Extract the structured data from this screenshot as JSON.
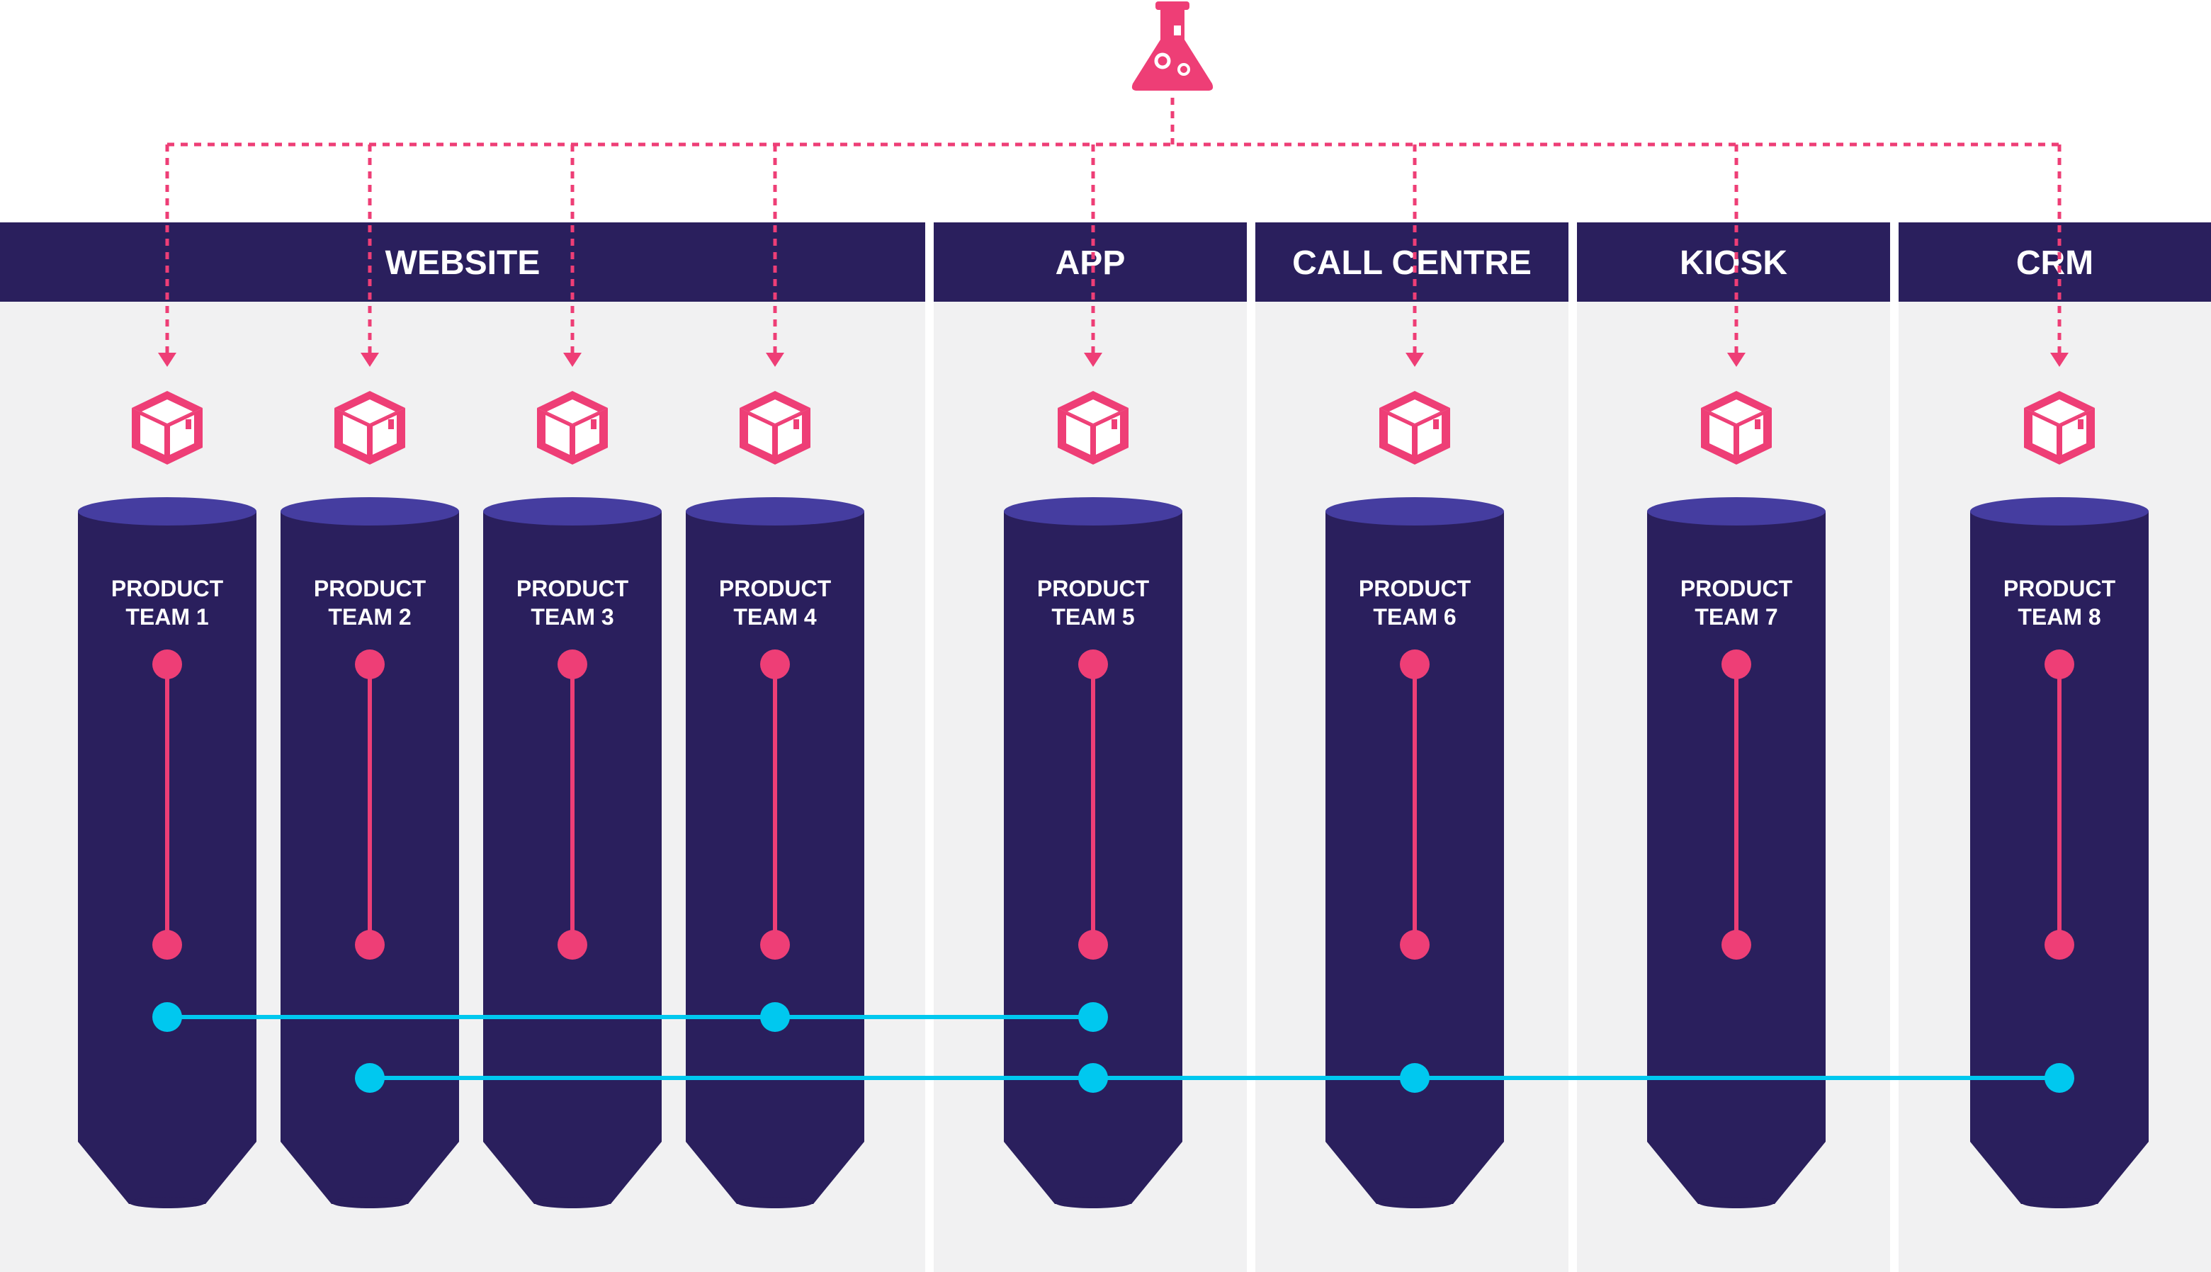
{
  "colors": {
    "background": "#ffffff",
    "panel": "#f1f1f2",
    "header": "#2a1f5d",
    "silo_body": "#2a1f5d",
    "silo_cap": "#453da0",
    "accent_pink": "#ee3e76",
    "accent_cyan": "#00c8ef",
    "text_light": "#ffffff"
  },
  "icons": {
    "top": "lab-flask-icon",
    "team": "product-box-icon"
  },
  "channels": [
    {
      "id": "website",
      "label": "WEBSITE"
    },
    {
      "id": "app",
      "label": "APP"
    },
    {
      "id": "call-centre",
      "label": "CALL CENTRE"
    },
    {
      "id": "kiosk",
      "label": "KIOSK"
    },
    {
      "id": "crm",
      "label": "CRM"
    }
  ],
  "teams": [
    {
      "line1": "PRODUCT",
      "line2": "TEAM 1",
      "channel": "website"
    },
    {
      "line1": "PRODUCT",
      "line2": "TEAM 2",
      "channel": "website"
    },
    {
      "line1": "PRODUCT",
      "line2": "TEAM 3",
      "channel": "website"
    },
    {
      "line1": "PRODUCT",
      "line2": "TEAM 4",
      "channel": "website"
    },
    {
      "line1": "PRODUCT",
      "line2": "TEAM 5",
      "channel": "app"
    },
    {
      "line1": "PRODUCT",
      "line2": "TEAM 6",
      "channel": "call-centre"
    },
    {
      "line1": "PRODUCT",
      "line2": "TEAM 7",
      "channel": "kiosk"
    },
    {
      "line1": "PRODUCT",
      "line2": "TEAM 8",
      "channel": "crm"
    }
  ],
  "cross_links": [
    {
      "teams": [
        1,
        4,
        5
      ]
    },
    {
      "teams": [
        2,
        5,
        6,
        8
      ]
    }
  ]
}
